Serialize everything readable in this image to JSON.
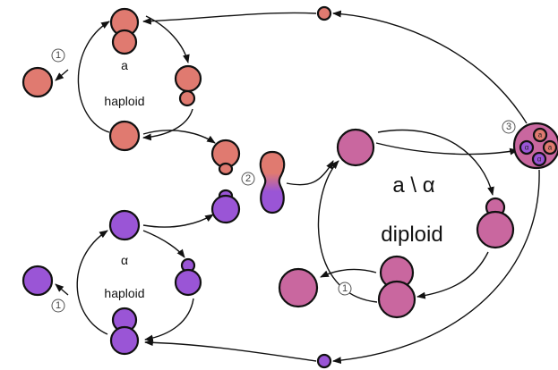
{
  "colors": {
    "haploid_a": "#e07a70",
    "haploid_alpha": "#9a55d6",
    "diploid": "#c9679f",
    "outline": "#111111"
  },
  "labels": {
    "a_mating_type": "a",
    "a_ploidy": "haploid",
    "alpha_mating_type": "α",
    "alpha_ploidy": "haploid",
    "diploid_mating_type": "a \\ α",
    "diploid_ploidy": "diploid"
  },
  "steps": {
    "budding_a": "1",
    "budding_alpha": "1",
    "budding_diploid": "1",
    "mating": "2",
    "sporulation": "3"
  },
  "ascus_spores": [
    "a",
    "a",
    "α",
    "α"
  ]
}
